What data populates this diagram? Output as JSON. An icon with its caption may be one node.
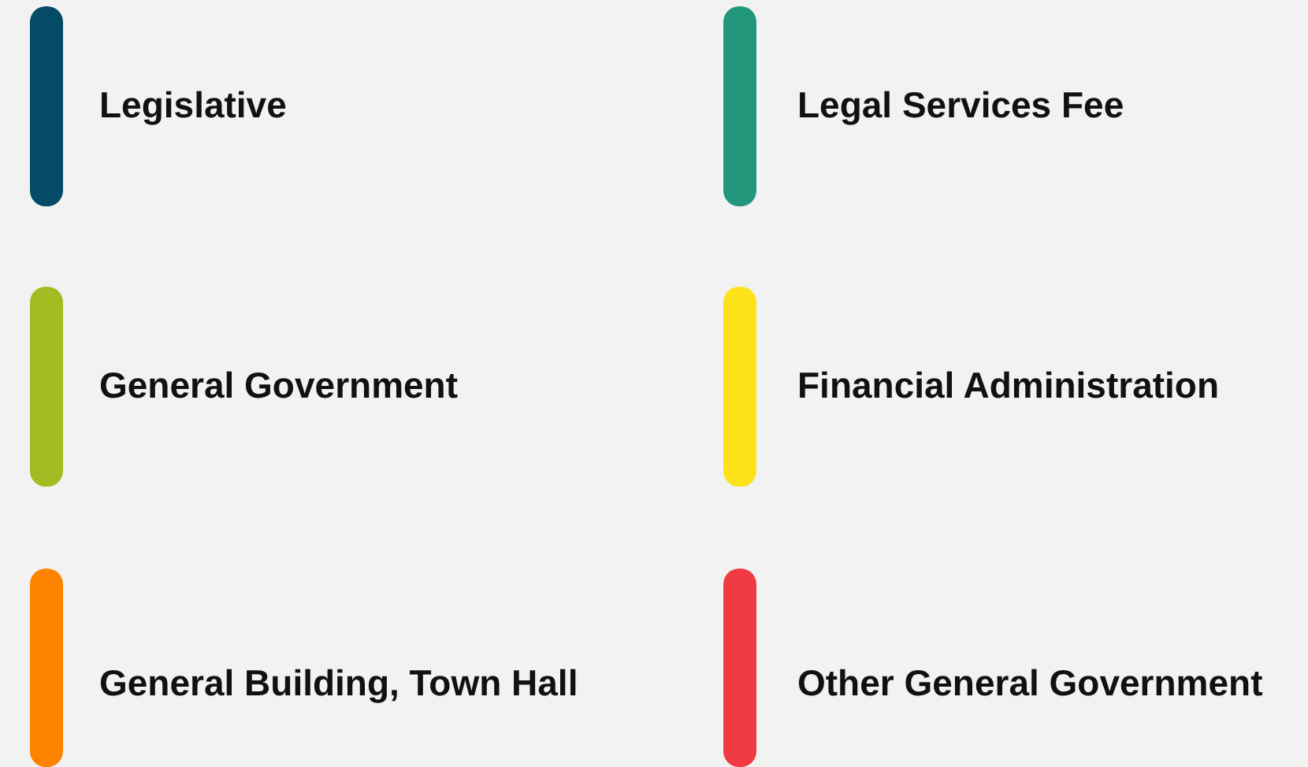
{
  "diagram": {
    "legend": [
      {
        "text": "Legislative",
        "color": "#034b66"
      },
      {
        "text": "Legal Services Fee",
        "color": "#22967b"
      },
      {
        "text": "General Government",
        "color": "#a4bc22"
      },
      {
        "text": "Financial Administration",
        "color": "#fde21a"
      },
      {
        "text": "General Building, Town Hall",
        "color": "#fd8300"
      },
      {
        "text": "Other General Government",
        "color": "#ef3b41"
      }
    ]
  }
}
